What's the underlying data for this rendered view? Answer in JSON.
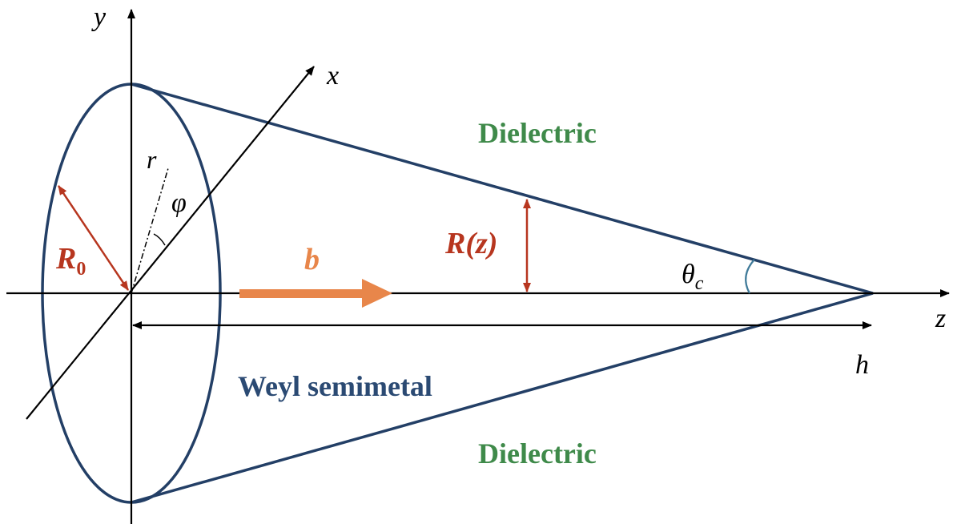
{
  "labels": {
    "axis_y": "y",
    "axis_x": "x",
    "axis_z": "z",
    "radius_r": "r",
    "angle_phi": "φ",
    "r0_main": "R",
    "r0_sub": "0",
    "vector_b": "b",
    "rz": "R(z)",
    "theta_main": "θ",
    "theta_sub": "c",
    "height_h": "h",
    "dielectric_top": "Dielectric",
    "dielectric_bottom": "Dielectric",
    "material": "Weyl semimetal"
  },
  "colors": {
    "cone_outline": "#233f66",
    "axes": "#000000",
    "dimension_red": "#b7361f",
    "vector_orange": "#e8864a",
    "dielectric_text": "#3f8a4a",
    "material_text": "#2b4a73",
    "theta_arc": "#3f7a99"
  }
}
